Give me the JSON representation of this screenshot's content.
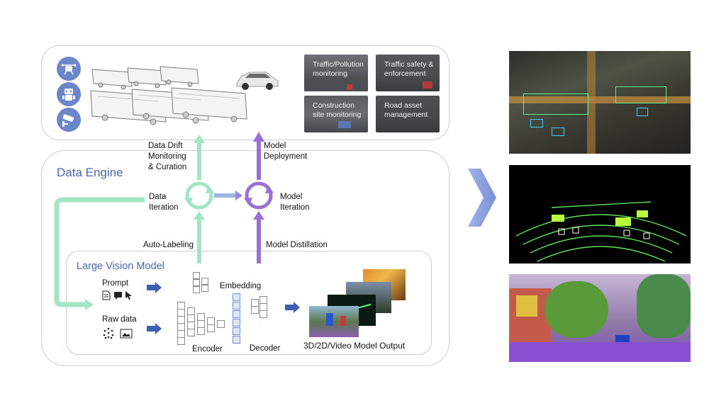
{
  "top_panel": {
    "tiles": [
      {
        "label": "Traffic/Pollution monitoring"
      },
      {
        "label": "Traffic safety & enforcement"
      },
      {
        "label": "Construction site monitoring"
      },
      {
        "label": "Road asset management"
      }
    ]
  },
  "data_engine": {
    "title": "Data Engine",
    "data_drift_label": "Data Drift Monitoring & Curation",
    "model_deployment_label": "Model Deployment",
    "data_iteration_label": "Data Iteration",
    "model_iteration_label": "Model Iteration",
    "auto_labeling_label": "Auto-Labeling",
    "model_distillation_label": "Model Distillation"
  },
  "lvm": {
    "title": "Large Vision Model",
    "prompt_label": "Prompt",
    "raw_data_label": "Raw data",
    "embedding_label": "Embedding",
    "encoder_label": "Encoder",
    "decoder_label": "Decoder",
    "output_label": "3D/2D/Video Model Output"
  },
  "colors": {
    "green": "#a3e3c6",
    "purple": "#9a6fd6",
    "blue_arrow": "#3f5fb0",
    "panel_border": "#c9cfd6",
    "title_blue": "#4a67a8"
  }
}
